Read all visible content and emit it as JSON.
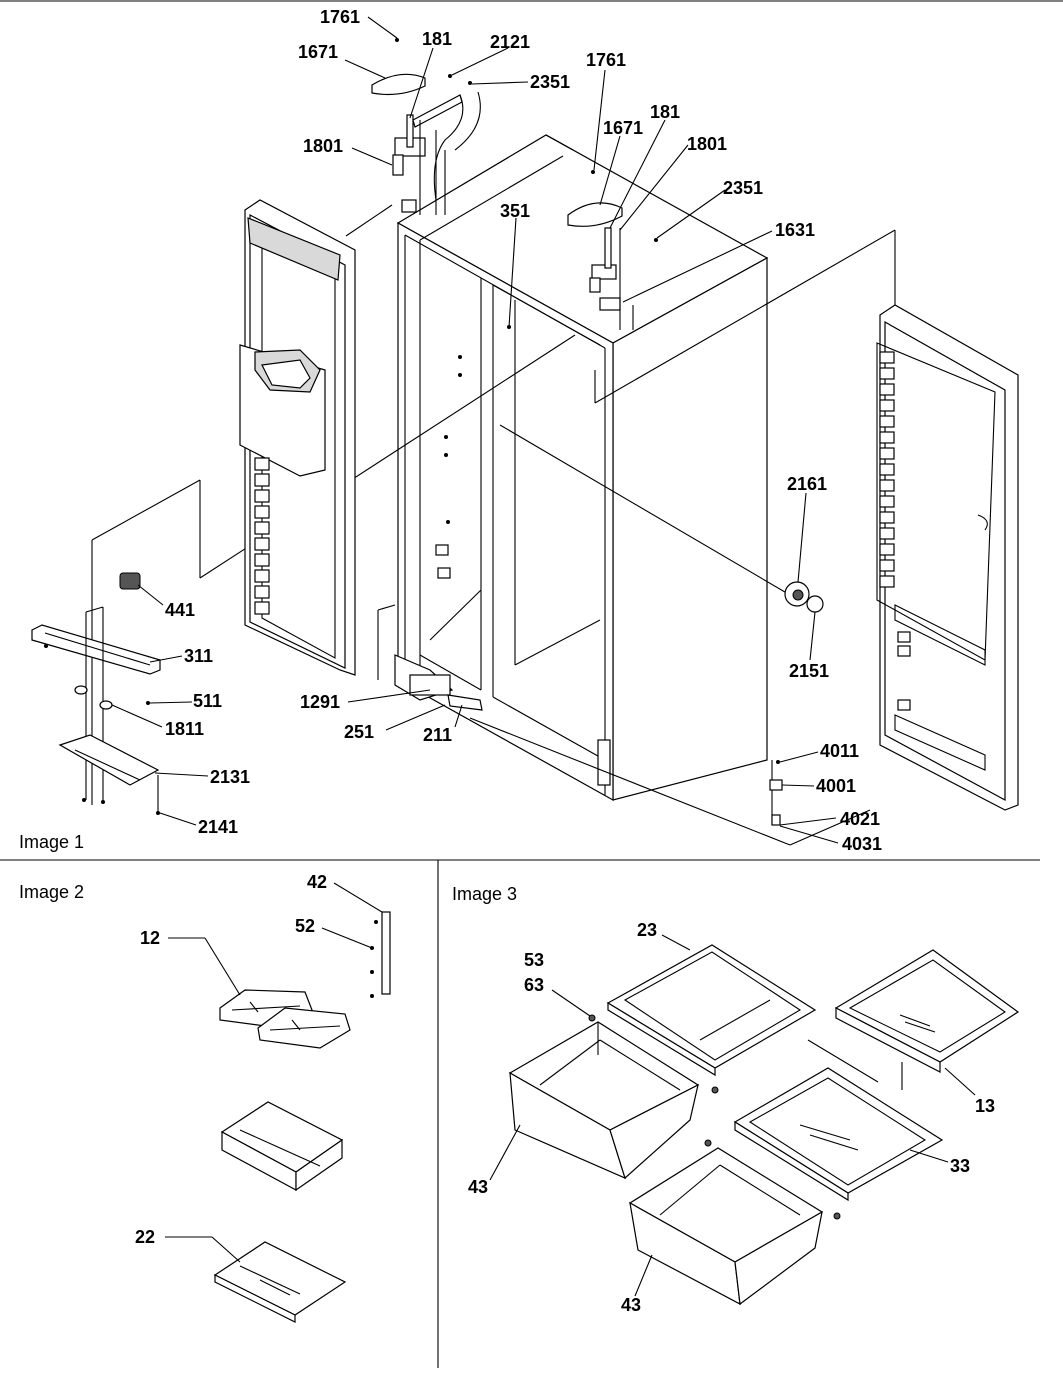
{
  "panels": [
    {
      "caption": "Image 1"
    },
    {
      "caption": "Image 2"
    },
    {
      "caption": "Image 3"
    }
  ],
  "callouts": [
    "1761",
    "1671",
    "181",
    "2121",
    "2351",
    "1801",
    "1761",
    "1671",
    "181",
    "1801",
    "2351",
    "351",
    "1631",
    "441",
    "311",
    "511",
    "1811",
    "2131",
    "2141",
    "1291",
    "251",
    "211",
    "2161",
    "2151",
    "4011",
    "4001",
    "4021",
    "4031",
    "42",
    "52",
    "12",
    "22",
    "23",
    "53",
    "63",
    "13",
    "43",
    "33",
    "43"
  ]
}
